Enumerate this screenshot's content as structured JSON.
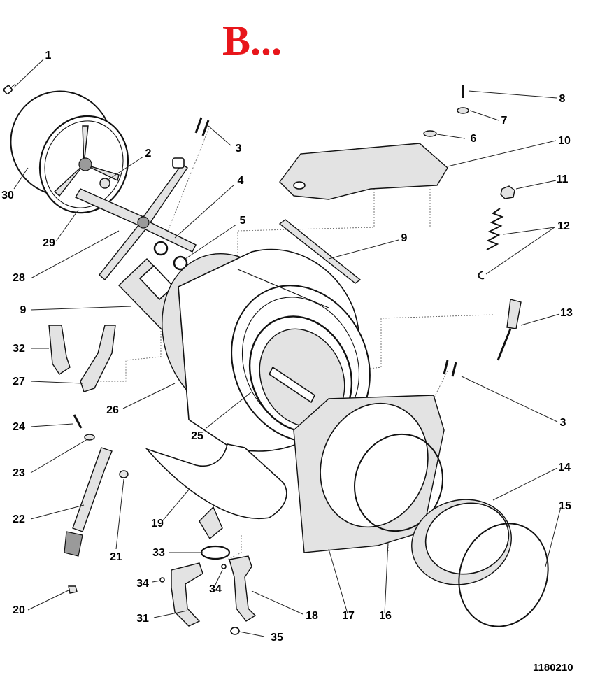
{
  "title": "B...",
  "drawing_number": "1180210",
  "callouts": [
    {
      "id": "c1",
      "label": "1"
    },
    {
      "id": "c2",
      "label": "2"
    },
    {
      "id": "c3a",
      "label": "3"
    },
    {
      "id": "c4",
      "label": "4"
    },
    {
      "id": "c5",
      "label": "5"
    },
    {
      "id": "c6",
      "label": "6"
    },
    {
      "id": "c7",
      "label": "7"
    },
    {
      "id": "c8",
      "label": "8"
    },
    {
      "id": "c9a",
      "label": "9"
    },
    {
      "id": "c9b",
      "label": "9"
    },
    {
      "id": "c10",
      "label": "10"
    },
    {
      "id": "c11",
      "label": "11"
    },
    {
      "id": "c12",
      "label": "12"
    },
    {
      "id": "c13",
      "label": "13"
    },
    {
      "id": "c3b",
      "label": "3"
    },
    {
      "id": "c14",
      "label": "14"
    },
    {
      "id": "c15",
      "label": "15"
    },
    {
      "id": "c16",
      "label": "16"
    },
    {
      "id": "c17",
      "label": "17"
    },
    {
      "id": "c18",
      "label": "18"
    },
    {
      "id": "c19",
      "label": "19"
    },
    {
      "id": "c20",
      "label": "20"
    },
    {
      "id": "c21",
      "label": "21"
    },
    {
      "id": "c22",
      "label": "22"
    },
    {
      "id": "c23",
      "label": "23"
    },
    {
      "id": "c24",
      "label": "24"
    },
    {
      "id": "c25",
      "label": "25"
    },
    {
      "id": "c26",
      "label": "26"
    },
    {
      "id": "c27",
      "label": "27"
    },
    {
      "id": "c28",
      "label": "28"
    },
    {
      "id": "c29",
      "label": "29"
    },
    {
      "id": "c30",
      "label": "30"
    },
    {
      "id": "c31",
      "label": "31"
    },
    {
      "id": "c32",
      "label": "32"
    },
    {
      "id": "c33",
      "label": "33"
    },
    {
      "id": "c34a",
      "label": "34"
    },
    {
      "id": "c34b",
      "label": "34"
    },
    {
      "id": "c35",
      "label": "35"
    }
  ],
  "colors": {
    "title": "#e8161b",
    "ink": "#111111",
    "shade": "#e3e3e3"
  }
}
